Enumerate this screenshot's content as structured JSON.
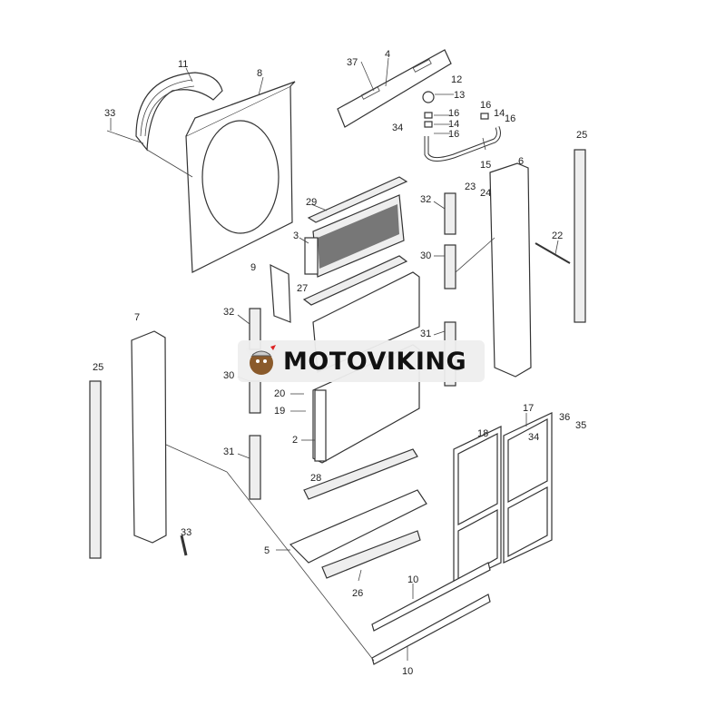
{
  "diagram": {
    "title": "Radiator / cooling assembly exploded parts diagram",
    "callouts": [
      "11",
      "8",
      "33",
      "37",
      "4",
      "12",
      "13",
      "16",
      "14",
      "16",
      "34",
      "16",
      "14",
      "16",
      "15",
      "25",
      "6",
      "23",
      "24",
      "32",
      "29",
      "3",
      "22",
      "30",
      "9",
      "27",
      "32",
      "7",
      "31",
      "30",
      "20",
      "19",
      "2",
      "31",
      "17",
      "36",
      "35",
      "18",
      "34",
      "28",
      "33",
      "5",
      "26",
      "10",
      "10"
    ]
  },
  "watermark": {
    "text": "MOTOVIKING"
  }
}
